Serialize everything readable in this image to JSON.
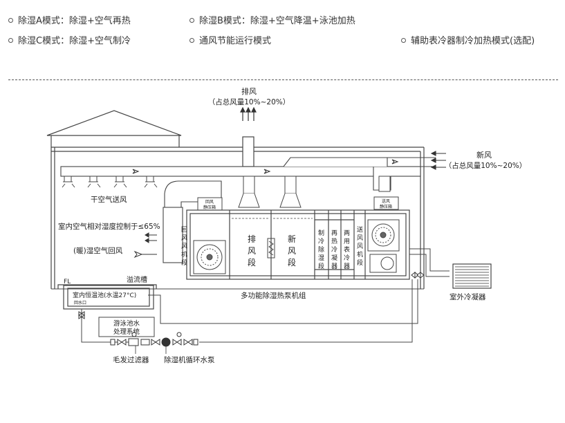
{
  "modes": [
    {
      "label": "除湿A模式：除湿+空气再热"
    },
    {
      "label": "除湿B模式：除湿+空气降温+泳池加热"
    },
    {
      "label": "除湿C模式：除湿+空气制冷"
    },
    {
      "label": "通风节能运行模式"
    },
    {
      "label": "辅助表冷器制冷加热模式(选配)"
    }
  ],
  "diagram": {
    "exhaust": {
      "title": "排风",
      "ratio": "（占总风量10%~20%）"
    },
    "fresh": {
      "title": "新风",
      "ratio": "（占总风量10%~20%）"
    },
    "supply_label": "干空气送风",
    "humidity_label": "室内空气相对湿度控制于≤65%",
    "return_label": "(暖)湿空气回风",
    "unit_label": "多功能除湿热泵机组",
    "condenser_label": "室外冷凝器",
    "pool_label": "室内恒温池(水温27°C)",
    "pool_outlet": "回水口",
    "overflow_label": "溢流槽",
    "fl_label": "FL",
    "treatment_label": {
      "line1": "游泳池水",
      "line2": "处理系统"
    },
    "filter_label": "毛发过滤器",
    "pump_label": "除湿机循环水泵",
    "return_box": {
      "line1": "回风",
      "line2": "静压箱"
    },
    "supply_box": {
      "line1": "送风",
      "line2": "静压箱"
    },
    "sections": {
      "return_fan": [
        "回",
        "风",
        "风",
        "机",
        "段"
      ],
      "exhaust": [
        "排",
        "风",
        "段"
      ],
      "fresh": [
        "新",
        "风",
        "段"
      ],
      "cool_dehum": [
        "制",
        "冷",
        "除",
        "湿",
        "段"
      ],
      "heat_cond": [
        "再",
        "热",
        "冷",
        "凝",
        "器"
      ],
      "dual_cond": [
        "两",
        "用",
        "表",
        "冷",
        "器"
      ],
      "supply_fan": [
        "送",
        "风",
        "风",
        "机",
        "段"
      ]
    }
  }
}
